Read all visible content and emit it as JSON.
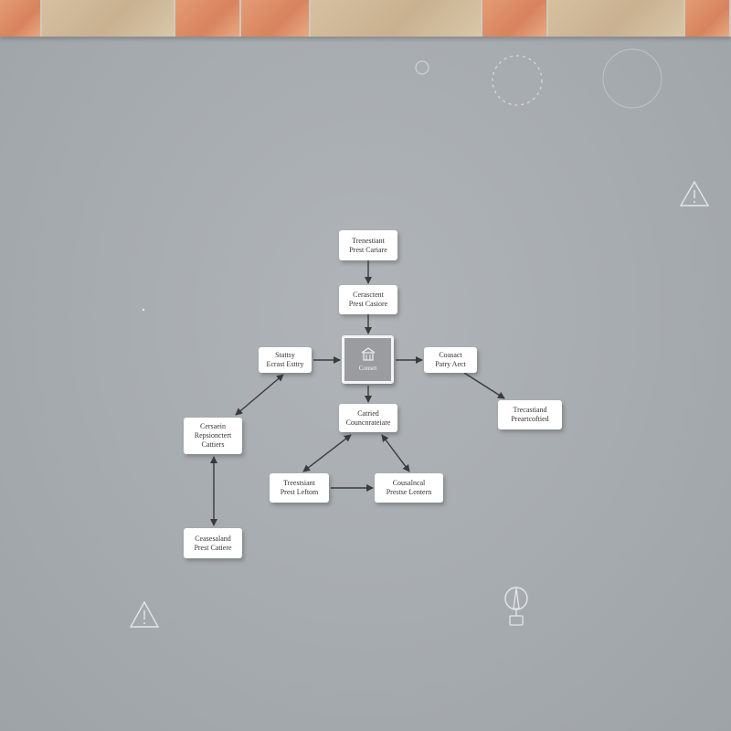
{
  "diagram": {
    "center": {
      "label": "Conset",
      "icon": "building-icon"
    },
    "nodes": [
      {
        "id": "top",
        "label": "Trenestiant\nPrest Cariare"
      },
      {
        "id": "upper",
        "label": "Cerasctent\nPrest Casiore"
      },
      {
        "id": "left",
        "label": "Stattsy\nEcrast Esttry"
      },
      {
        "id": "right",
        "label": "Coasact\nPatry Aect"
      },
      {
        "id": "mid",
        "label": "Catried\nCouncnrateiare"
      },
      {
        "id": "far-right",
        "label": "Trecastiand\nPreartcoftied"
      },
      {
        "id": "far-left",
        "label": "Cersaein\nRepsionctert\nCattiers"
      },
      {
        "id": "bottom-left",
        "label": "Treestsiant\nPrest Leftom"
      },
      {
        "id": "bottom-right",
        "label": "Cousalncal\nPrestse Lentern"
      },
      {
        "id": "lowest",
        "label": "Ceasesaland\nPrest Catiere"
      }
    ],
    "edges": [
      {
        "from": "top",
        "to": "upper"
      },
      {
        "from": "upper",
        "to": "center"
      },
      {
        "from": "left",
        "to": "center"
      },
      {
        "from": "center",
        "to": "right"
      },
      {
        "from": "center",
        "to": "mid"
      },
      {
        "from": "right",
        "to": "far-right"
      },
      {
        "from": "far-left",
        "to": "left",
        "bidirectional": true
      },
      {
        "from": "mid",
        "to": "bottom-left",
        "bidirectional": true
      },
      {
        "from": "mid",
        "to": "bottom-right",
        "bidirectional": true
      },
      {
        "from": "bottom-left",
        "to": "bottom-right"
      },
      {
        "from": "far-left",
        "to": "lowest",
        "bidirectional": true
      }
    ]
  },
  "decorations": {
    "icons": [
      "dashed-circle-icon",
      "warning-triangle-icon",
      "warning-triangle-icon",
      "pin-icon"
    ]
  },
  "colors": {
    "wall": "#a7acb0",
    "tile_tan": "#d2bb98",
    "tile_terracotta": "#e09370",
    "node_bg": "#ffffff",
    "center_bg": "#9a9ca0",
    "arrow": "#3a3a3a"
  }
}
